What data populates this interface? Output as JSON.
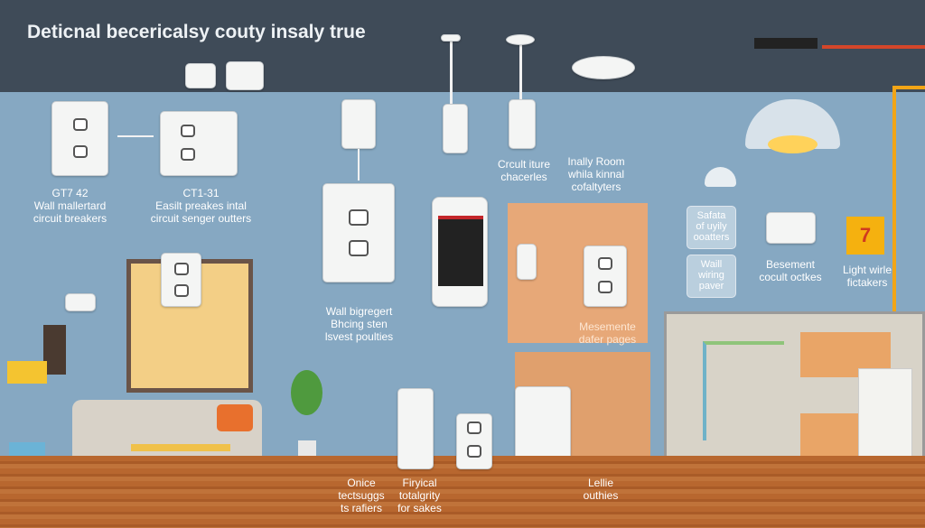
{
  "title": "Deticnal becericalsy couty insaly true",
  "labels": {
    "gt7": {
      "code": "GT7 42",
      "line1": "Wall mallertard",
      "line2": "circuit breakers"
    },
    "ct31": {
      "code": "CT1-31",
      "line1": "Easilt preakes intal",
      "line2": "circuit senger outters"
    },
    "circuit_iture": {
      "line1": "Crcult iture",
      "line2": "chacerles"
    },
    "inally_room": {
      "line1": "Inally Room",
      "line2": "whila kinnal",
      "line3": "cofaltyters"
    },
    "wall_bigregert": {
      "line1": "Wall bigregert",
      "line2": "Bhcing sten",
      "line3": "lsvest poulties"
    },
    "mesemente": {
      "line1": "Mesemente",
      "line2": "dafer pages"
    },
    "safata": {
      "line1": "Safata",
      "line2": "of uyily",
      "line3": "ooatters"
    },
    "wall_wiring": {
      "line1": "Waill",
      "line2": "wiring",
      "line3": "paver"
    },
    "basement": {
      "line1": "Besement",
      "line2": "cocult octkes"
    },
    "light_wire": {
      "badge": "7",
      "line1": "Light wirle",
      "line2": "fictakers"
    },
    "onice": {
      "line1": "Onice",
      "line2": "tectsuggs",
      "line3": "ts rafiers"
    },
    "firyical": {
      "line1": "Firyical",
      "line2": "totalgrity",
      "line3": "for sakes"
    },
    "lellie": {
      "line1": "Lellie",
      "line2": "outhies"
    }
  },
  "colors": {
    "top": "#3f4b58",
    "wall": "#86a8c2",
    "floor": "#b8672f",
    "accent": "#f2a516",
    "wire_red": "#d4462a"
  }
}
